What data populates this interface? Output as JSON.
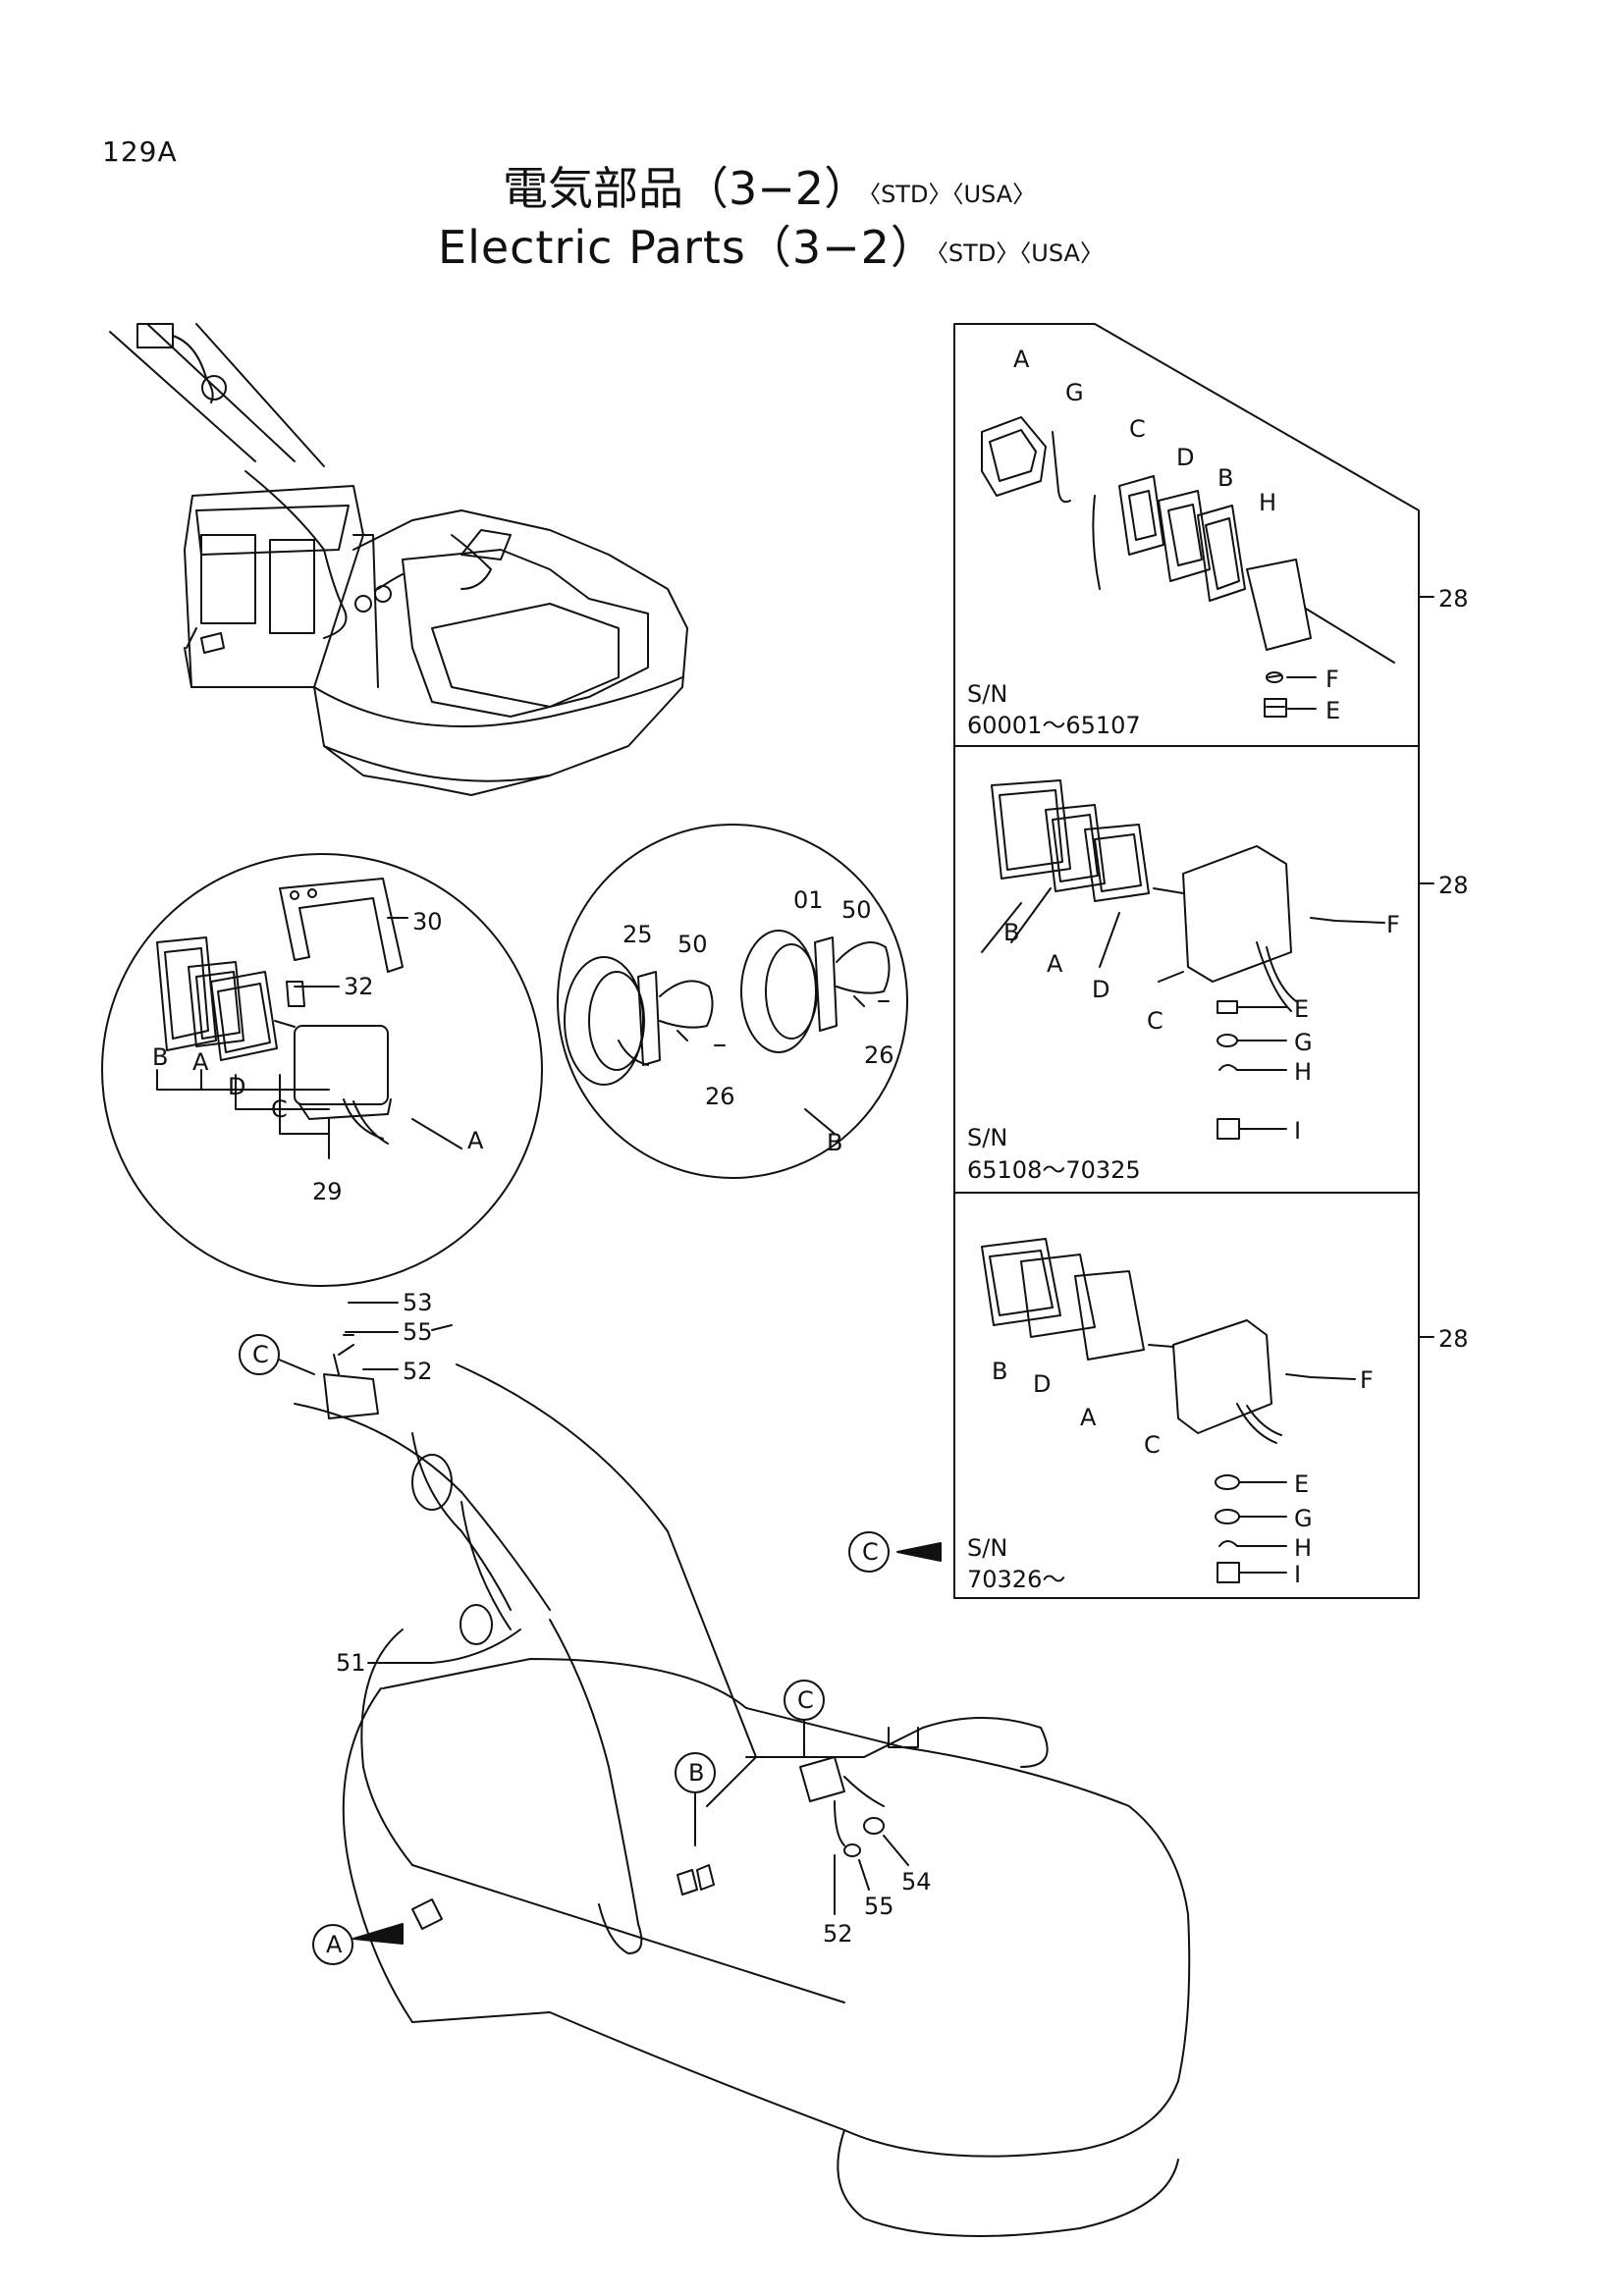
{
  "page_number": "129A",
  "title_jp": "電気部品（3−2）",
  "title_en": "Electric Parts（3−2）",
  "title_tags": "〈STD〉〈USA〉",
  "panels": [
    {
      "ref": "28",
      "serial_label": "S/N",
      "serial_range": "60001～65107",
      "letters": [
        "A",
        "G",
        "C",
        "D",
        "B",
        "H",
        "F",
        "E"
      ]
    },
    {
      "ref": "28",
      "serial_label": "S/N",
      "serial_range": "65108～70325",
      "letters": [
        "B",
        "A",
        "D",
        "C",
        "F",
        "E",
        "G",
        "H",
        "I"
      ]
    },
    {
      "ref": "28",
      "serial_label": "S/N",
      "serial_range": "70326～",
      "letters": [
        "B",
        "D",
        "A",
        "C",
        "F",
        "E",
        "G",
        "H",
        "I"
      ]
    }
  ],
  "detail_a": {
    "circle_label": "A",
    "part_numbers": [
      "30",
      "32",
      "29"
    ],
    "letters": [
      "B",
      "A",
      "D",
      "C"
    ]
  },
  "detail_b": {
    "circle_label": "B",
    "part_numbers": [
      "25",
      "50",
      "26",
      "01",
      "50",
      "26"
    ]
  },
  "main_view": {
    "callouts": [
      "C",
      "B",
      "C",
      "A",
      "C"
    ],
    "part_numbers": [
      "53",
      "55",
      "52",
      "51",
      "52",
      "55",
      "54"
    ]
  }
}
